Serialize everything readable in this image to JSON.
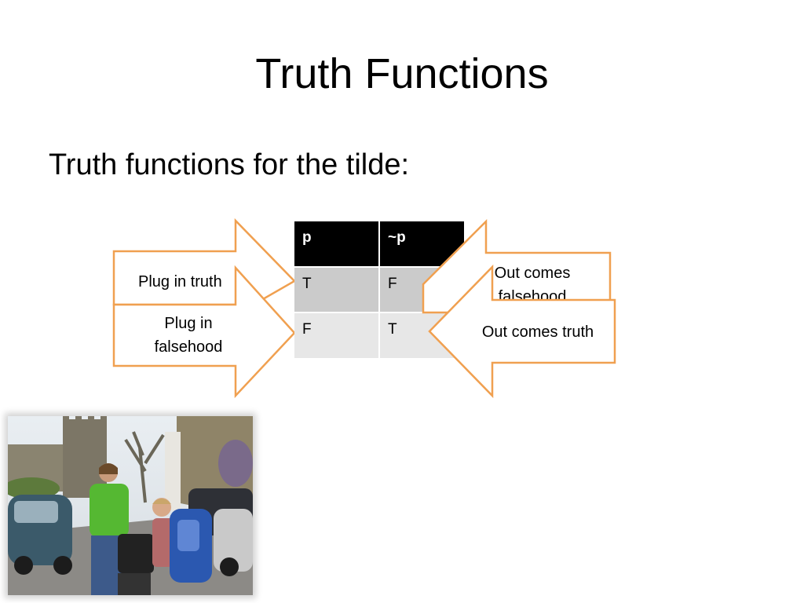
{
  "slide": {
    "title": "Truth Functions",
    "bullet": "Truth functions for the tilde:"
  },
  "truth_table": {
    "headers": [
      "p",
      "~p"
    ],
    "rows": [
      [
        "T",
        "F"
      ],
      [
        "F",
        "T"
      ]
    ]
  },
  "arrows": {
    "plug_in_truth": "Plug in truth",
    "plug_in_falsehood_line1": "Plug in",
    "plug_in_falsehood_line2": "falsehood",
    "out_comes_falsehood_line1": "Out comes",
    "out_comes_falsehood_line2": "falsehood",
    "out_comes_truth": "Out comes truth"
  },
  "colors": {
    "arrow_stroke": "#f0a050",
    "header_bg": "#000000",
    "row1_bg": "#cbcbcb",
    "row2_bg": "#e7e7e7"
  },
  "photo": {
    "description_icon": "photo-image"
  }
}
